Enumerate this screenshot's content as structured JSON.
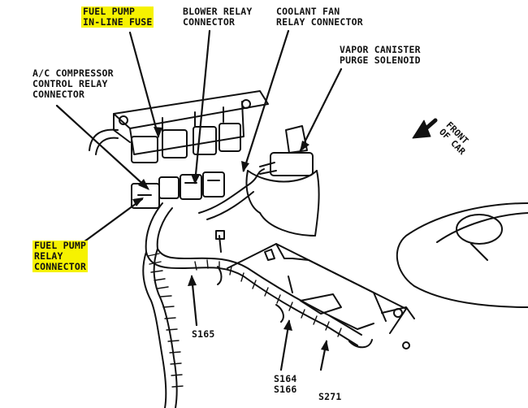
{
  "labels": {
    "fuel_pump_inline_fuse": [
      "FUEL PUMP",
      "IN-LINE FUSE"
    ],
    "blower_relay_connector": [
      "BLOWER RELAY",
      "CONNECTOR"
    ],
    "coolant_fan_relay_connector": [
      "COOLANT FAN",
      "RELAY CONNECTOR"
    ],
    "vapor_canister_purge_solenoid": [
      "VAPOR CANISTER",
      "PURGE SOLENOID"
    ],
    "ac_compressor_control_relay_connector": [
      "A/C COMPRESSOR",
      "CONTROL RELAY",
      "CONNECTOR"
    ],
    "front_of_car": [
      "FRONT",
      "OF CAR"
    ],
    "fuel_pump_relay_connector": [
      "FUEL PUMP",
      "RELAY",
      "CONNECTOR"
    ],
    "s165": "S165",
    "s164": "S164",
    "s166": "S166",
    "s271": "S271"
  },
  "colors": {
    "highlight": "#f6f200",
    "ink": "#111111",
    "background": "#ffffff"
  }
}
